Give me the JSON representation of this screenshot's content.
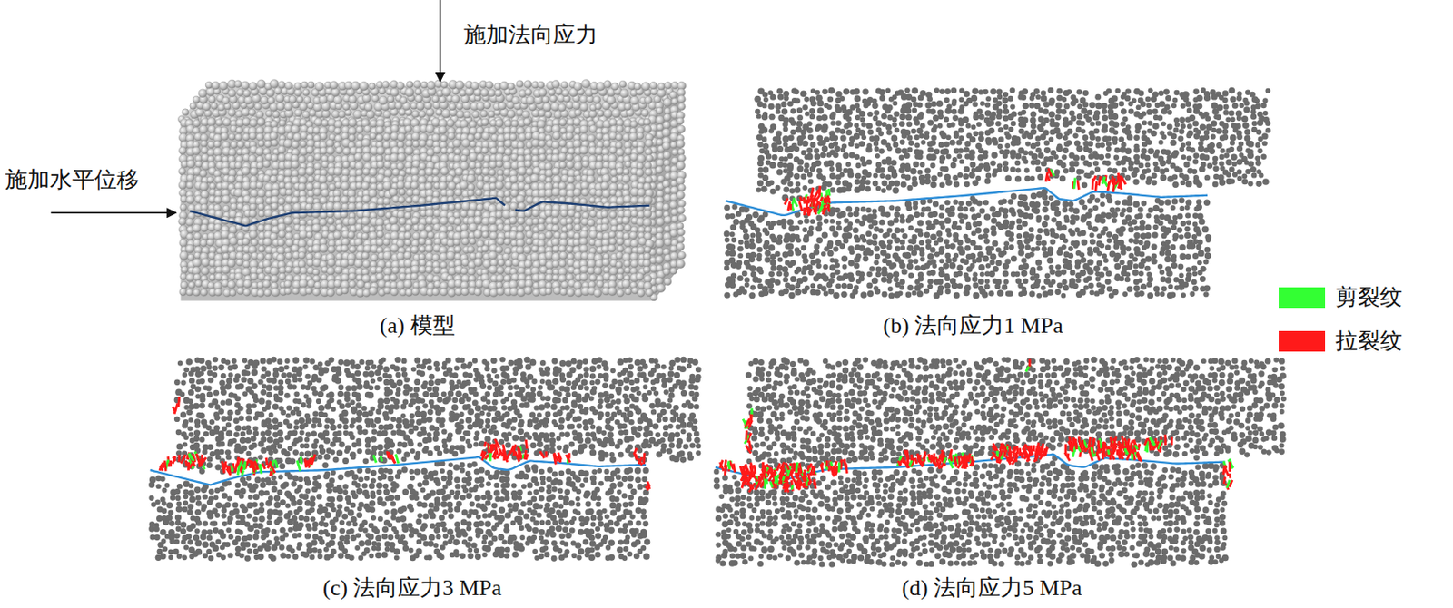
{
  "diagram": {
    "labels": [
      "施加法向应力",
      "施加水平位移",
      "(a) 模型",
      "(b) 法向应力1 MPa",
      "(c) 法向应力3 MPa",
      "(d) 法向应力5 MPa"
    ],
    "legend": [
      {
        "text": "剪裂纹",
        "color": "#33ff33"
      },
      {
        "text": "拉裂纹",
        "color": "#ff1a1a"
      }
    ]
  }
}
